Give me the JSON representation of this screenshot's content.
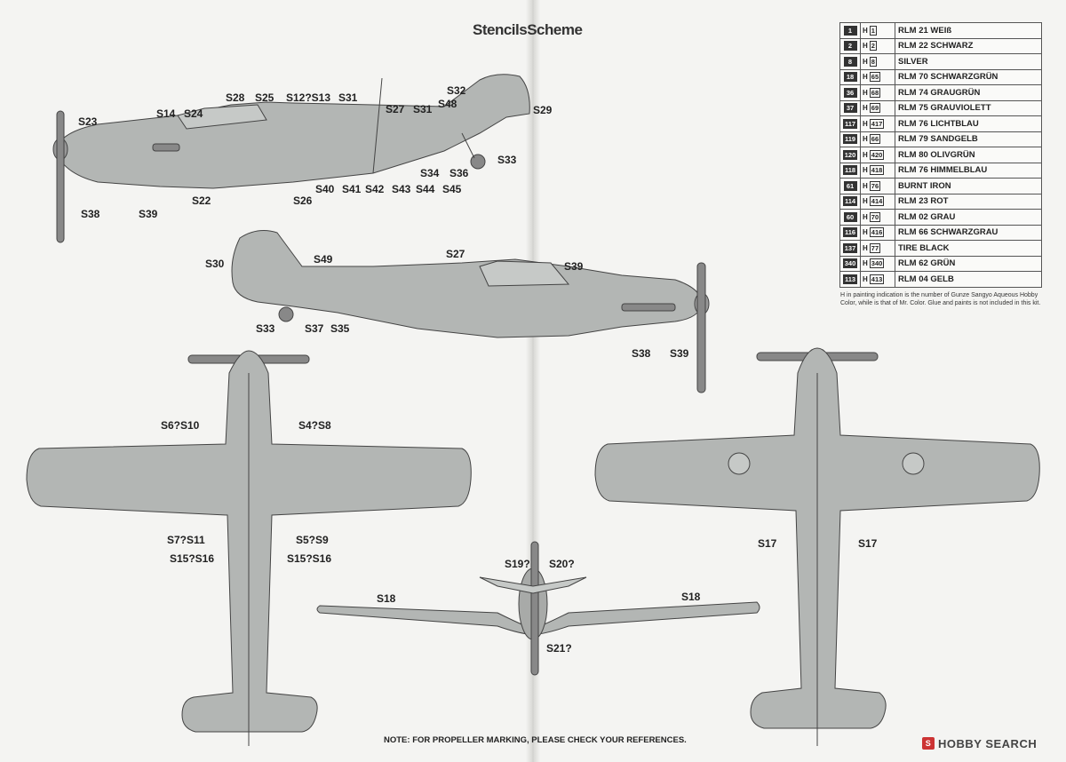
{
  "title": "StencilsScheme",
  "colors_table": [
    {
      "num": "1",
      "hobby": "1",
      "name": "RLM 21 WEIß"
    },
    {
      "num": "2",
      "hobby": "2",
      "name": "RLM 22 SCHWARZ"
    },
    {
      "num": "8",
      "hobby": "8",
      "name": "SILVER"
    },
    {
      "num": "18",
      "hobby": "65",
      "name": "RLM 70 SCHWARZGRÜN"
    },
    {
      "num": "36",
      "hobby": "68",
      "name": "RLM 74 GRAUGRÜN"
    },
    {
      "num": "37",
      "hobby": "69",
      "name": "RLM 75 GRAUVIOLETT"
    },
    {
      "num": "117",
      "hobby": "417",
      "name": "RLM 76 LICHTBLAU"
    },
    {
      "num": "119",
      "hobby": "66",
      "name": "RLM 79 SANDGELB"
    },
    {
      "num": "120",
      "hobby": "420",
      "name": "RLM 80 OLIVGRÜN"
    },
    {
      "num": "118",
      "hobby": "418",
      "name": "RLM 76 HIMMELBLAU"
    },
    {
      "num": "61",
      "hobby": "76",
      "name": "BURNT IRON"
    },
    {
      "num": "114",
      "hobby": "414",
      "name": "RLM 23 ROT"
    },
    {
      "num": "60",
      "hobby": "70",
      "name": "RLM 02 GRAU"
    },
    {
      "num": "116",
      "hobby": "416",
      "name": "RLM 66 SCHWARZGRAU"
    },
    {
      "num": "137",
      "hobby": "77",
      "name": "TIRE BLACK"
    },
    {
      "num": "340",
      "hobby": "340",
      "name": "RLM 62 GRÜN"
    },
    {
      "num": "113",
      "hobby": "413",
      "name": "RLM 04 GELB"
    }
  ],
  "table_note": "H in painting indication is the number of Gunze Sangyo Aqueous Hobby Color, while is that of Mr. Color. Glue and paints is not included in this kit.",
  "labels": {
    "side1": [
      "S23",
      "S14",
      "S24",
      "S28",
      "S25",
      "S12?S13",
      "S31",
      "S27",
      "S31",
      "S32",
      "S48",
      "S29",
      "S38",
      "S39",
      "S22",
      "S26",
      "S40",
      "S41",
      "S42",
      "S43",
      "S44",
      "S45",
      "S34",
      "S36",
      "S33"
    ],
    "side2": [
      "S30",
      "S49",
      "S27",
      "S39",
      "S33",
      "S37",
      "S35",
      "S38",
      "S39"
    ],
    "top": [
      "S6?S10",
      "S4?S8",
      "S7?S11",
      "S5?S9",
      "S15?S16",
      "S15?S16"
    ],
    "bottom": [
      "S17",
      "S17"
    ],
    "front": [
      "S19?",
      "S20?",
      "S18",
      "S18",
      "S21?"
    ]
  },
  "footer_note": "NOTE: FOR PROPELLER MARKING, PLEASE CHECK YOUR REFERENCES.",
  "watermark": "HOBBY SEARCH",
  "colors": {
    "aircraft": "#b3b6b4",
    "outline": "#444444",
    "paper": "#f4f4f2"
  }
}
